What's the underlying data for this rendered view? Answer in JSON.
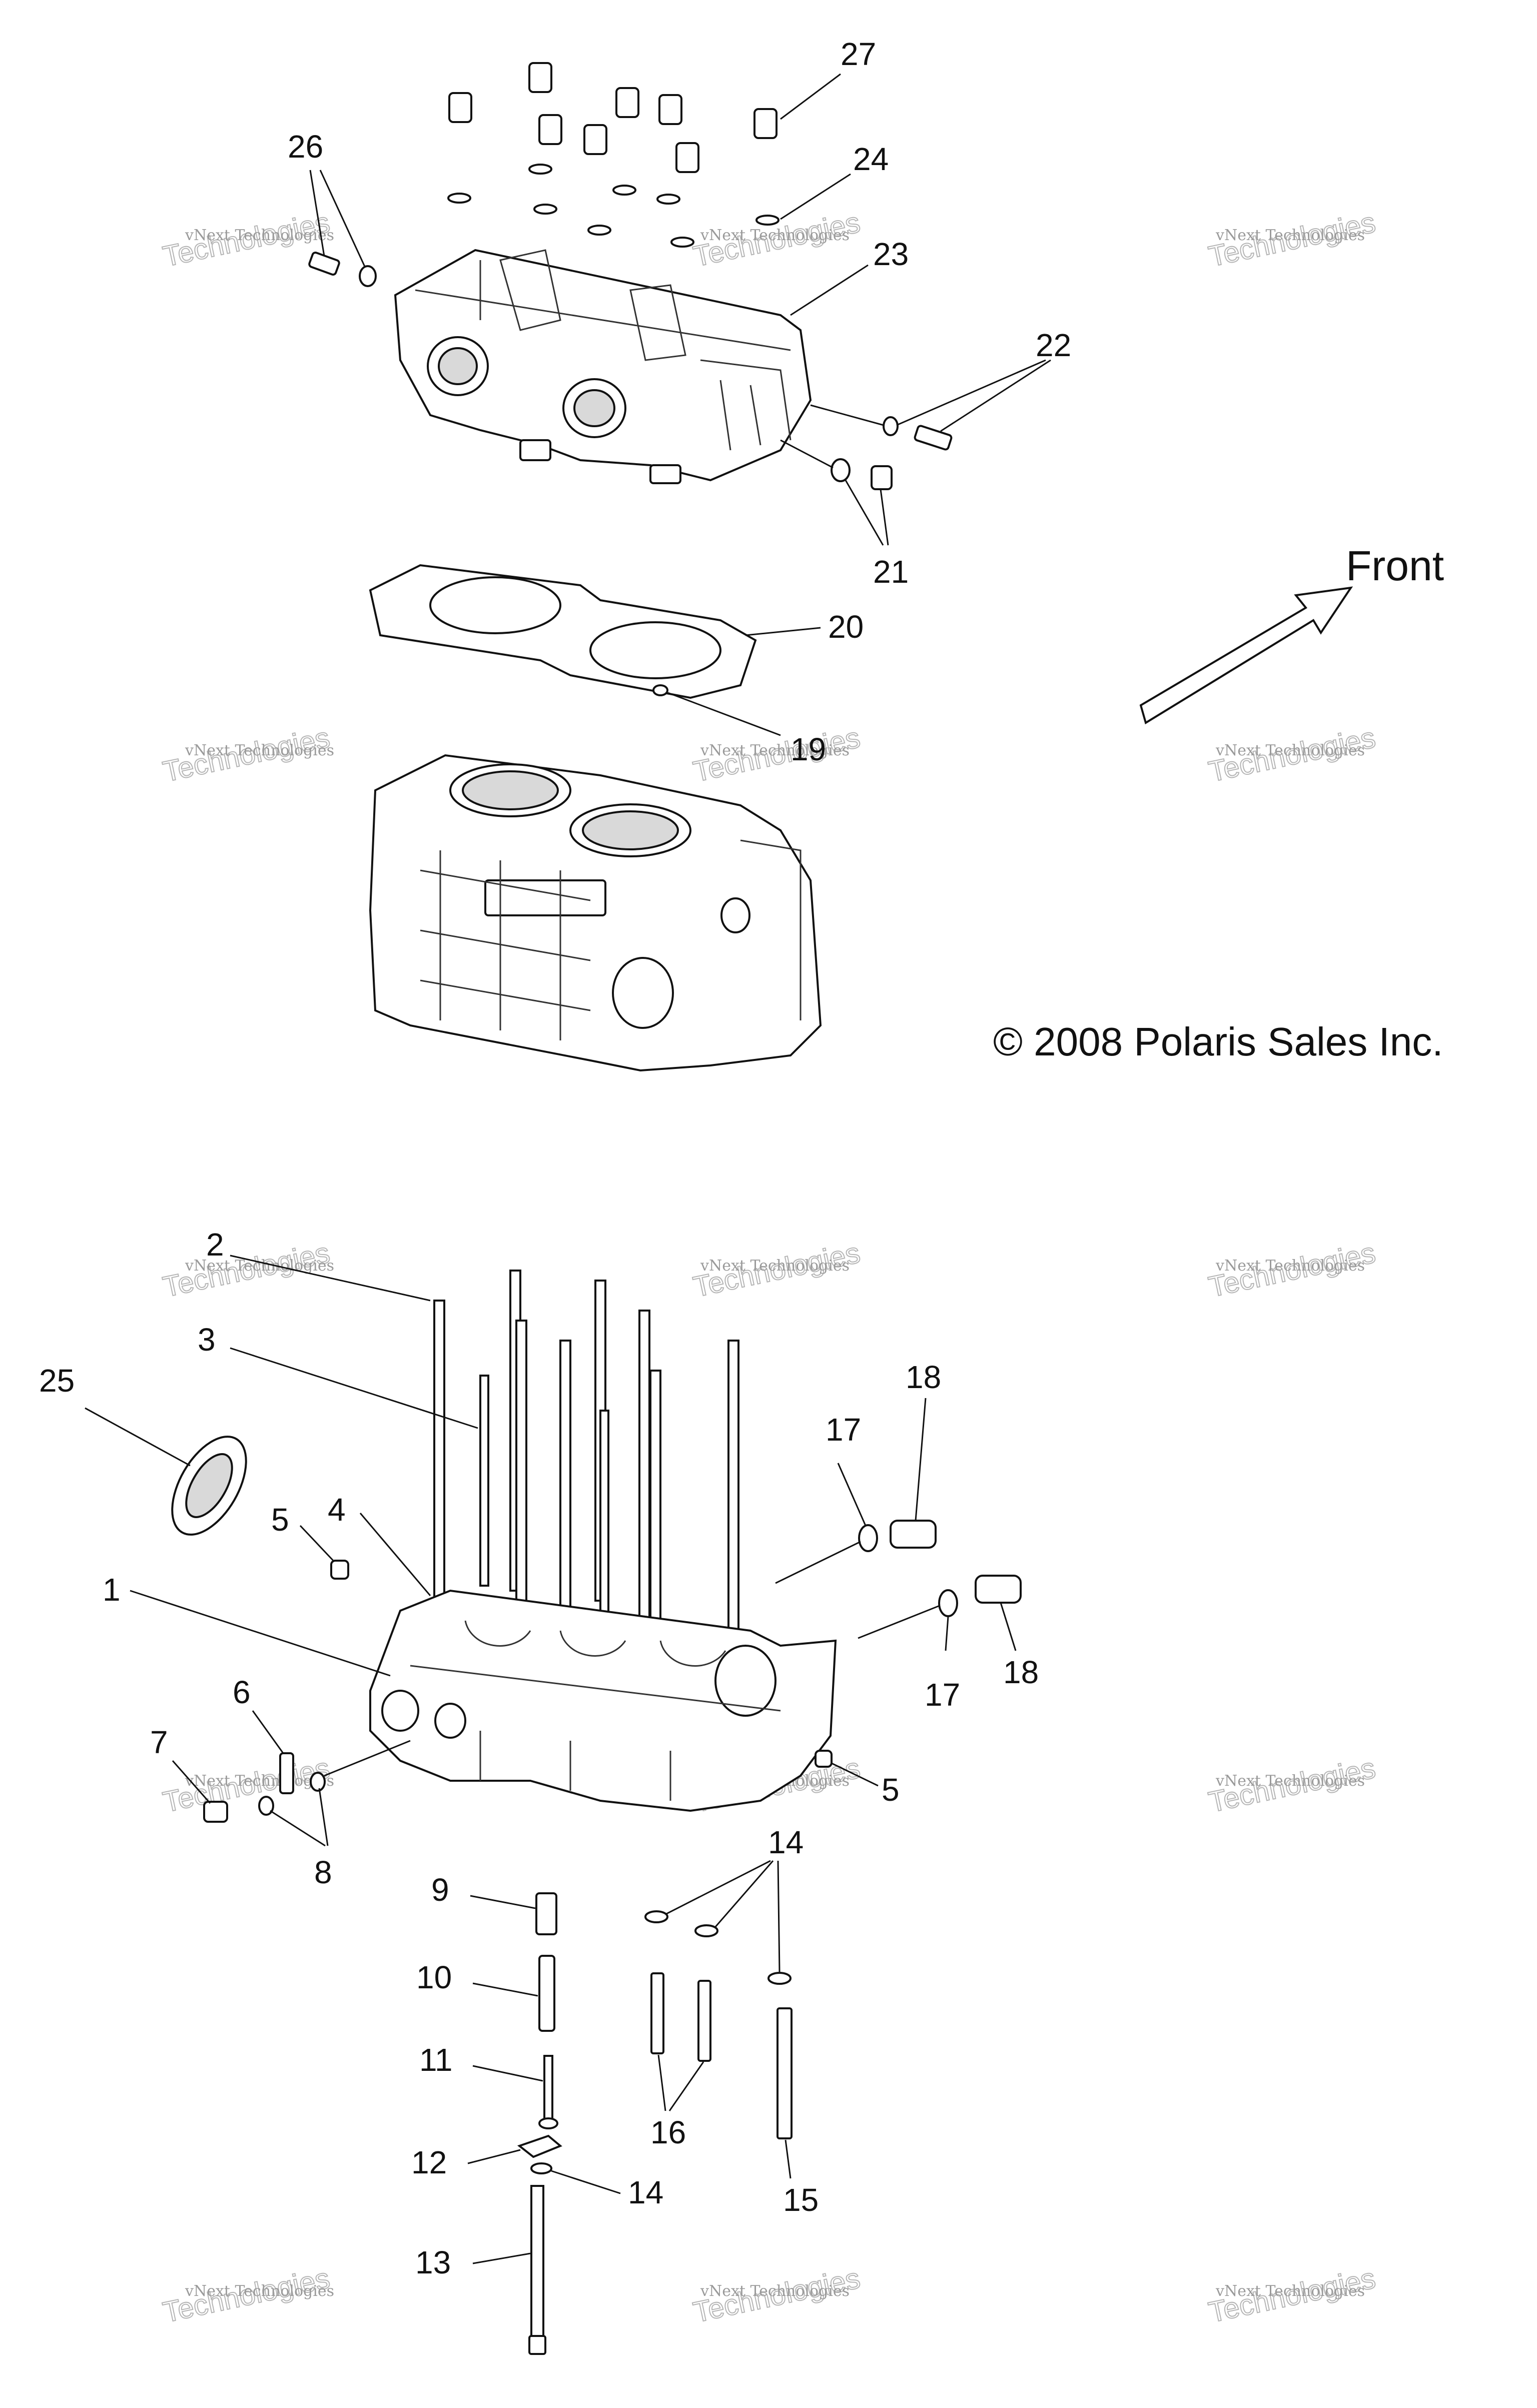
{
  "diagram": {
    "callouts": {
      "c27": "27",
      "c26": "26",
      "c24": "24",
      "c23": "23",
      "c22": "22",
      "c21": "21",
      "c20": "20",
      "c19": "19",
      "c2": "2",
      "c3": "3",
      "c25": "25",
      "c4": "4",
      "c5a": "5",
      "c1": "1",
      "c6": "6",
      "c7": "7",
      "c8": "8",
      "c5b": "5",
      "c17a": "17",
      "c18a": "18",
      "c17b": "17",
      "c18b": "18",
      "c9": "9",
      "c10": "10",
      "c11": "11",
      "c12": "12",
      "c13": "13",
      "c14a": "14",
      "c14b": "14",
      "c15": "15",
      "c16": "16"
    },
    "front_label": "Front",
    "copyright": "© 2008 Polaris Sales Inc.",
    "watermark_line1": "vNext Technologies",
    "watermark_line2": "Technologies",
    "watermark_small": "vNext"
  }
}
